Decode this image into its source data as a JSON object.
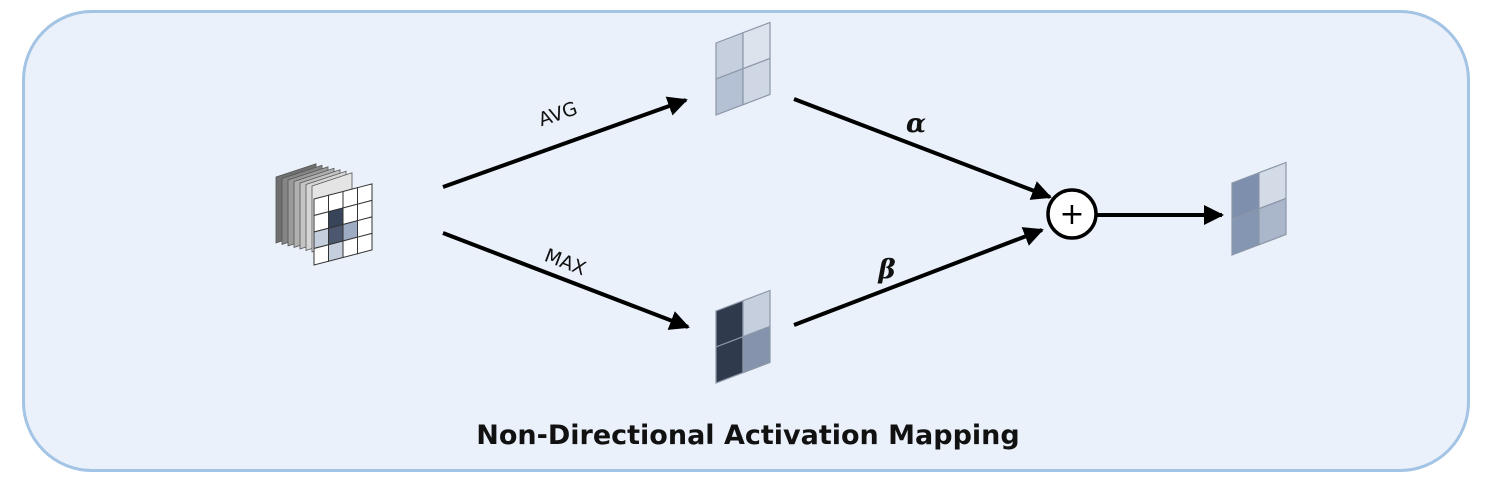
{
  "caption": "Non-Directional Activation Mapping",
  "edges": {
    "avg_label": "AVG",
    "max_label": "MAX",
    "alpha_label": "α",
    "beta_label": "β"
  },
  "operator": {
    "symbol": "+"
  },
  "colors": {
    "frame_border": "#a3c4e4",
    "frame_fill": "#eaf1fa",
    "arrow": "#000000",
    "avg_cells": [
      "#c6cfdd",
      "#dde3ec",
      "#b4c0d3",
      "#cfd7e4"
    ],
    "max_cells": [
      "#2f3a4d",
      "#c6cfdd",
      "#2f3a4d",
      "#8593ad"
    ],
    "out_cells": [
      "#7d8fad",
      "#d3dbe7",
      "#8596b2",
      "#aab7cb"
    ],
    "stack_layers": [
      "#6f6f6f",
      "#858585",
      "#9a9a9a",
      "#b0b0b0",
      "#c4c4c4",
      "#d6d6d6",
      "#e4e4e4"
    ],
    "input_cells": [
      "#ffffff",
      "#ffffff",
      "#ffffff",
      "#ffffff",
      "#ffffff",
      "#38445a",
      "#ffffff",
      "#ffffff",
      "#c5cedc",
      "#4b5870",
      "#9dabc3",
      "#ffffff",
      "#ffffff",
      "#c5cedc",
      "#ffffff",
      "#ffffff"
    ]
  }
}
